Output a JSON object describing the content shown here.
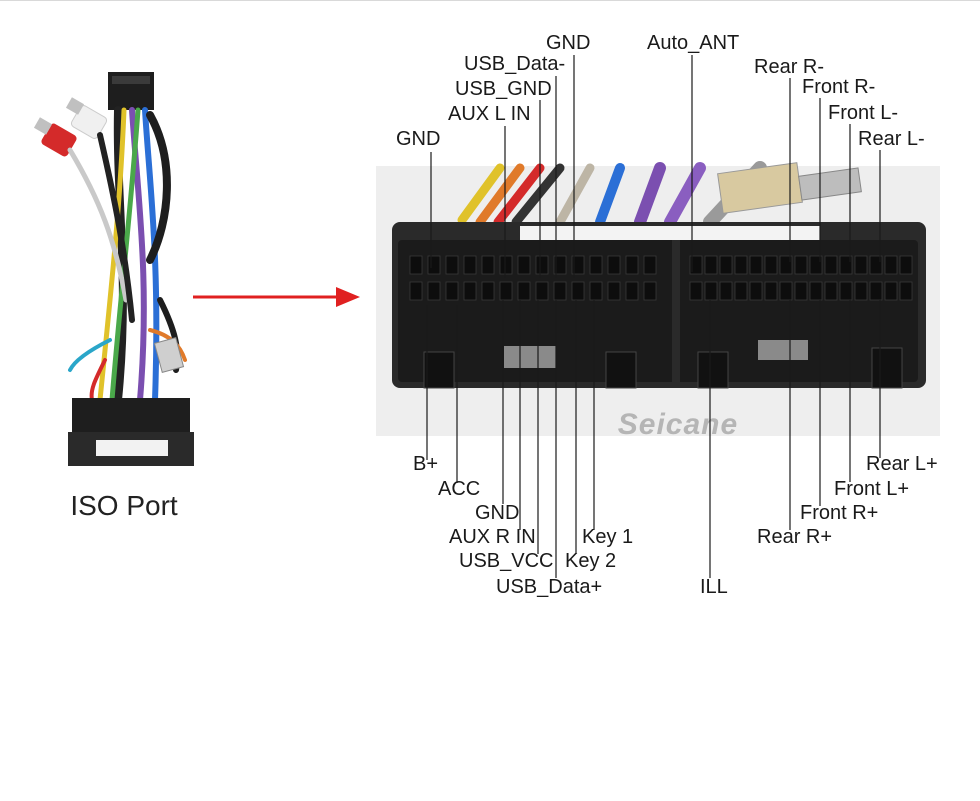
{
  "iso_port_caption": "ISO Port",
  "watermark": "Seicane",
  "arrow_color": "#e02020",
  "pins_top": {
    "gnd_top": "GND",
    "usb_data_minus": "USB_Data-",
    "usb_gnd": "USB_GND",
    "aux_l_in": "AUX L IN",
    "gnd_left": "GND",
    "auto_ant": "Auto_ANT",
    "rear_r_minus": "Rear R-",
    "front_r_minus": "Front R-",
    "front_l_minus": "Front L-",
    "rear_l_minus": "Rear L-"
  },
  "pins_bottom": {
    "b_plus": "B+",
    "acc": "ACC",
    "gnd_bottom": "GND",
    "aux_r_in": "AUX R IN",
    "usb_vcc": "USB_VCC",
    "usb_data_plus": "USB_Data+",
    "key_1": "Key 1",
    "key_2": "Key 2",
    "ill": "ILL",
    "rear_l_plus": "Rear L+",
    "front_l_plus": "Front L+",
    "front_r_plus": "Front R+",
    "rear_r_plus": "Rear R+"
  }
}
